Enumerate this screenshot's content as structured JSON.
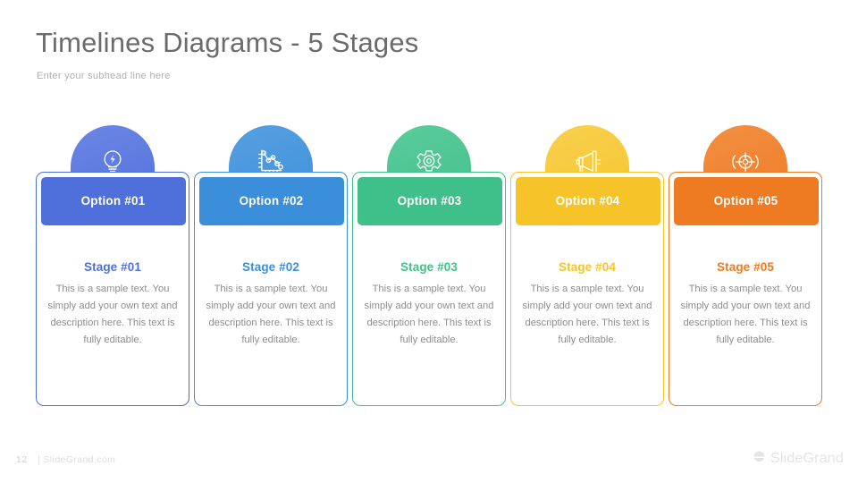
{
  "slide": {
    "title": "Timelines Diagrams - 5 Stages",
    "subhead": "Enter your subhead line here"
  },
  "cards": [
    {
      "option_label": "Option #01",
      "stage_title": "Stage #01",
      "description": "This is a sample text. You simply add your own text and description here. This text is fully editable.",
      "icon": "lightbulb-icon",
      "color": "#4f6fdb",
      "color_light": "#6b86e4",
      "border_color": "#4a6fd4"
    },
    {
      "option_label": "Option #02",
      "stage_title": "Stage #02",
      "description": "This is a sample text. You simply add your own text and description here. This text is fully editable.",
      "icon": "line-chart-icon",
      "color": "#3b8ed9",
      "color_light": "#56a0e0",
      "border_color": "#3b8ed9"
    },
    {
      "option_label": "Option #03",
      "stage_title": "Stage #03",
      "description": "This is a sample text. You simply add your own text and description here. This text is fully editable.",
      "icon": "gear-icon",
      "color": "#3fc08a",
      "color_light": "#5bcb9c",
      "border_color": "#3fc08a"
    },
    {
      "option_label": "Option #04",
      "stage_title": "Stage #04",
      "description": "This is a sample text. You simply add your own text and description here. This text is fully editable.",
      "icon": "megaphone-icon",
      "color": "#f6c428",
      "color_light": "#f8d04f",
      "border_color": "#f6c428"
    },
    {
      "option_label": "Option #05",
      "stage_title": "Stage #05",
      "description": "This is a sample text. You simply add your own text and description here. This text is fully editable.",
      "icon": "target-icon",
      "color": "#ee7a22",
      "color_light": "#f28f42",
      "border_color": "#ee7a22"
    }
  ],
  "footer": {
    "page_number": "12",
    "site": "| SlideGrand.com",
    "logo_text": "SlideGrand"
  }
}
